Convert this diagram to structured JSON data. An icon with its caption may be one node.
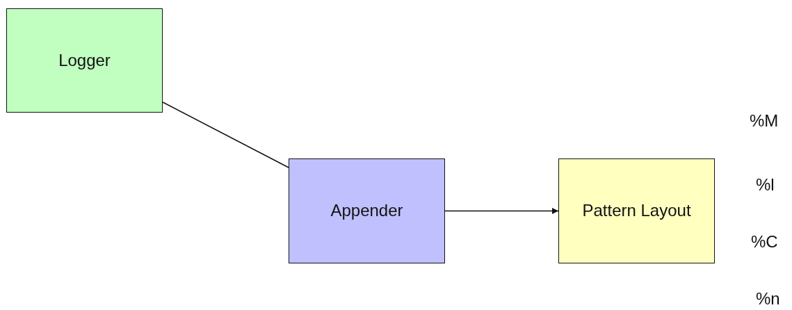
{
  "diagram": {
    "nodes": [
      {
        "text": [
          "Logger"
        ]
      },
      {
        "text": [
          "Appender"
        ]
      },
      {
        "text": [
          "Pattern Layout"
        ]
      }
    ],
    "edges": [
      {
        "from": 0,
        "to": 1,
        "arrow": "none"
      },
      {
        "from": 1,
        "to": 2,
        "arrow": "to"
      }
    ],
    "labels": [
      "%M",
      "%l",
      "%C",
      "%n"
    ]
  }
}
